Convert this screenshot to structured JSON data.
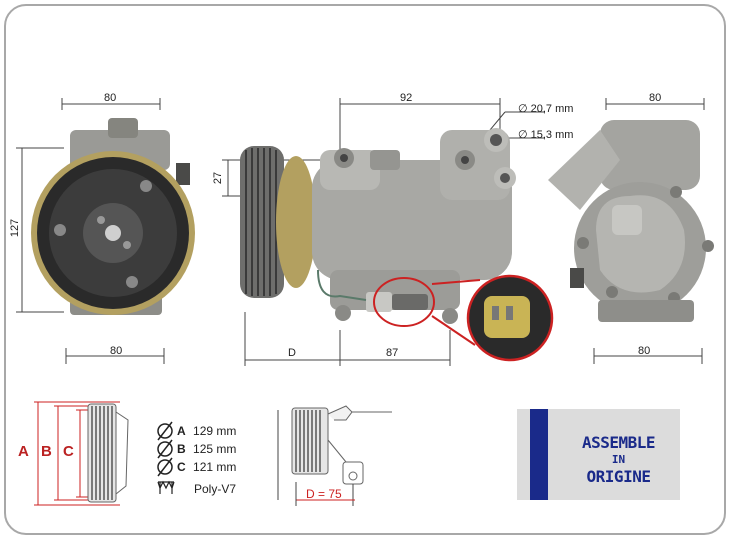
{
  "dimensions": {
    "front_width_top": "80",
    "front_height": "127",
    "front_width_bottom": "80",
    "side_length": "92",
    "side_offset": "27",
    "side_D": "D",
    "side_87": "87",
    "port_large": "∅ 20,7 mm",
    "port_small": "∅ 15,3 mm",
    "back_width_top": "80",
    "back_width_bottom": "80"
  },
  "pulley": {
    "labels": [
      "A",
      "B",
      "C"
    ],
    "specs": [
      {
        "letter": "A",
        "value": "129 mm"
      },
      {
        "letter": "B",
        "value": "125 mm"
      },
      {
        "letter": "C",
        "value": "121 mm"
      }
    ],
    "belt": "Poly-V7",
    "d_value": "D = 75"
  },
  "badge": {
    "line1": "ASSEMBLE",
    "line2": "IN",
    "line3": "ORIGINE"
  },
  "colors": {
    "highlight_red": "#cc2222",
    "badge_blue": "#1a2a8a",
    "badge_bg": "#dcdcdc"
  }
}
